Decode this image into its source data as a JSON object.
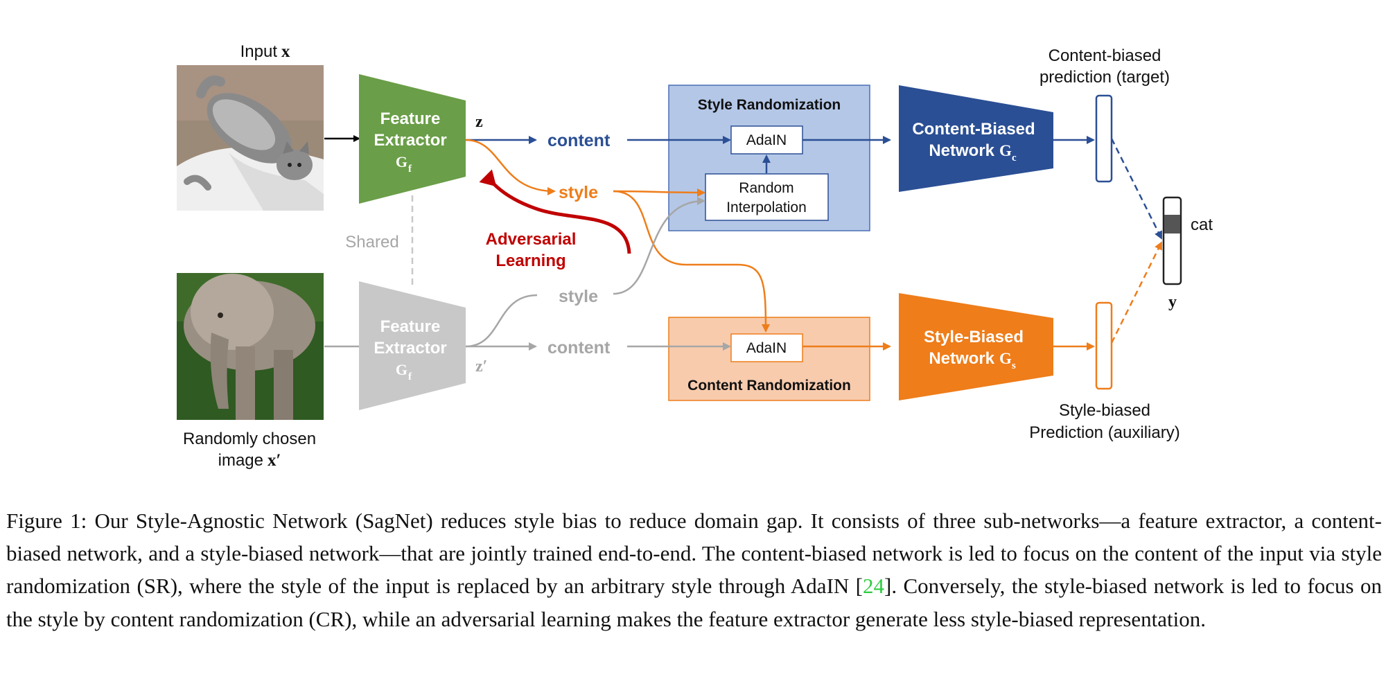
{
  "diagram": {
    "input_label": "Input",
    "input_var": "x",
    "random_image_label_line1": "Randomly chosen",
    "random_image_label_line2": "image",
    "random_image_var": "x′",
    "feature_extractor": {
      "line1": "Feature",
      "line2": "Extractor",
      "symbol": "G",
      "subscript": "f"
    },
    "z_label": "z",
    "z_prime_label": "z′",
    "shared_label": "Shared",
    "content_label": "content",
    "style_label": "style",
    "adversarial_line1": "Adversarial",
    "adversarial_line2": "Learning",
    "style_randomization_title": "Style Randomization",
    "content_randomization_title": "Content Randomization",
    "adain_label": "AdaIN",
    "random_interp_line1": "Random",
    "random_interp_line2": "Interpolation",
    "content_network": {
      "line1": "Content-Biased",
      "line2": "Network",
      "symbol": "G",
      "subscript": "c"
    },
    "style_network": {
      "line1": "Style-Biased",
      "line2": "Network",
      "symbol": "G",
      "subscript": "s"
    },
    "content_pred_line1": "Content-biased",
    "content_pred_line2": "prediction (target)",
    "style_pred_line1": "Style-biased",
    "style_pred_line2": "Prediction (auxiliary)",
    "output_class": "cat",
    "output_var": "y"
  },
  "caption": {
    "text_before_ref": "Figure 1: Our Style-Agnostic Network (SagNet) reduces style bias to reduce domain gap. It consists of three sub-networks—a feature extractor, a content-biased network, and a style-biased network—that are jointly trained end-to-end. The content-biased network is led to focus on the content of the input via style randomization (SR), where the style of the input is replaced by an arbitrary style through AdaIN [",
    "ref": "24",
    "text_after_ref": "]. Conversely, the style-biased network is led to focus on the style by content randomization (CR), while an adversarial learning makes the feature extractor generate less style-biased representation."
  },
  "colors": {
    "green": "#6a9e48",
    "gray": "#c8c8c8",
    "navy": "#2b4f94",
    "orange": "#ee7d1a",
    "light_blue": "#b4c7e7",
    "light_orange": "#f8cbad",
    "dark_red": "#c00000",
    "caption_ref": "#2ecc40"
  }
}
